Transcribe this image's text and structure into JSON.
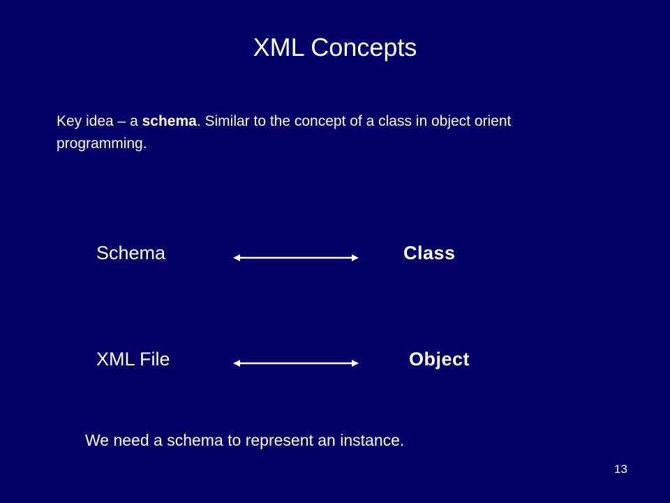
{
  "slide": {
    "title": "XML Concepts",
    "intro": {
      "part1": "Key idea – a ",
      "emphasis": "schema",
      "part2": ".  Similar to the concept of a class in object orient programming."
    },
    "pairs": [
      {
        "left": "Schema",
        "right": "Class"
      },
      {
        "left": "XML File",
        "right": "Object"
      }
    ],
    "conclusion": "We need a schema to represent an instance.",
    "page_number": "13"
  },
  "colors": {
    "background": "#000066",
    "text": "#ffffff"
  }
}
